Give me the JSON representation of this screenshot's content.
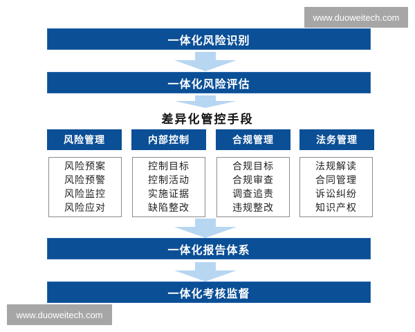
{
  "watermarks": {
    "top_right": "www.duoweitech.com",
    "bottom_left": "www.duoweitech.com"
  },
  "flow": {
    "step1": "一体化风险识别",
    "step2": "一体化风险评估",
    "middle_title": "差异化管控手段",
    "step3": "一体化报告体系",
    "step4": "一体化考核监督"
  },
  "columns": [
    {
      "header": "风险管理",
      "items": [
        "风险预案",
        "风险预警",
        "风险监控",
        "风险应对"
      ]
    },
    {
      "header": "内部控制",
      "items": [
        "控制目标",
        "控制活动",
        "实施证据",
        "缺陷整改"
      ]
    },
    {
      "header": "合规管理",
      "items": [
        "合规目标",
        "合规审查",
        "调查追责",
        "违规整改"
      ]
    },
    {
      "header": "法务管理",
      "items": [
        "法规解读",
        "合同管理",
        "诉讼纠纷",
        "知识产权"
      ]
    }
  ],
  "colors": {
    "bar_blue": "#0b4f96",
    "arrow_light_blue": "#b7d6f2",
    "watermark_gray": "#a6a6a6"
  }
}
